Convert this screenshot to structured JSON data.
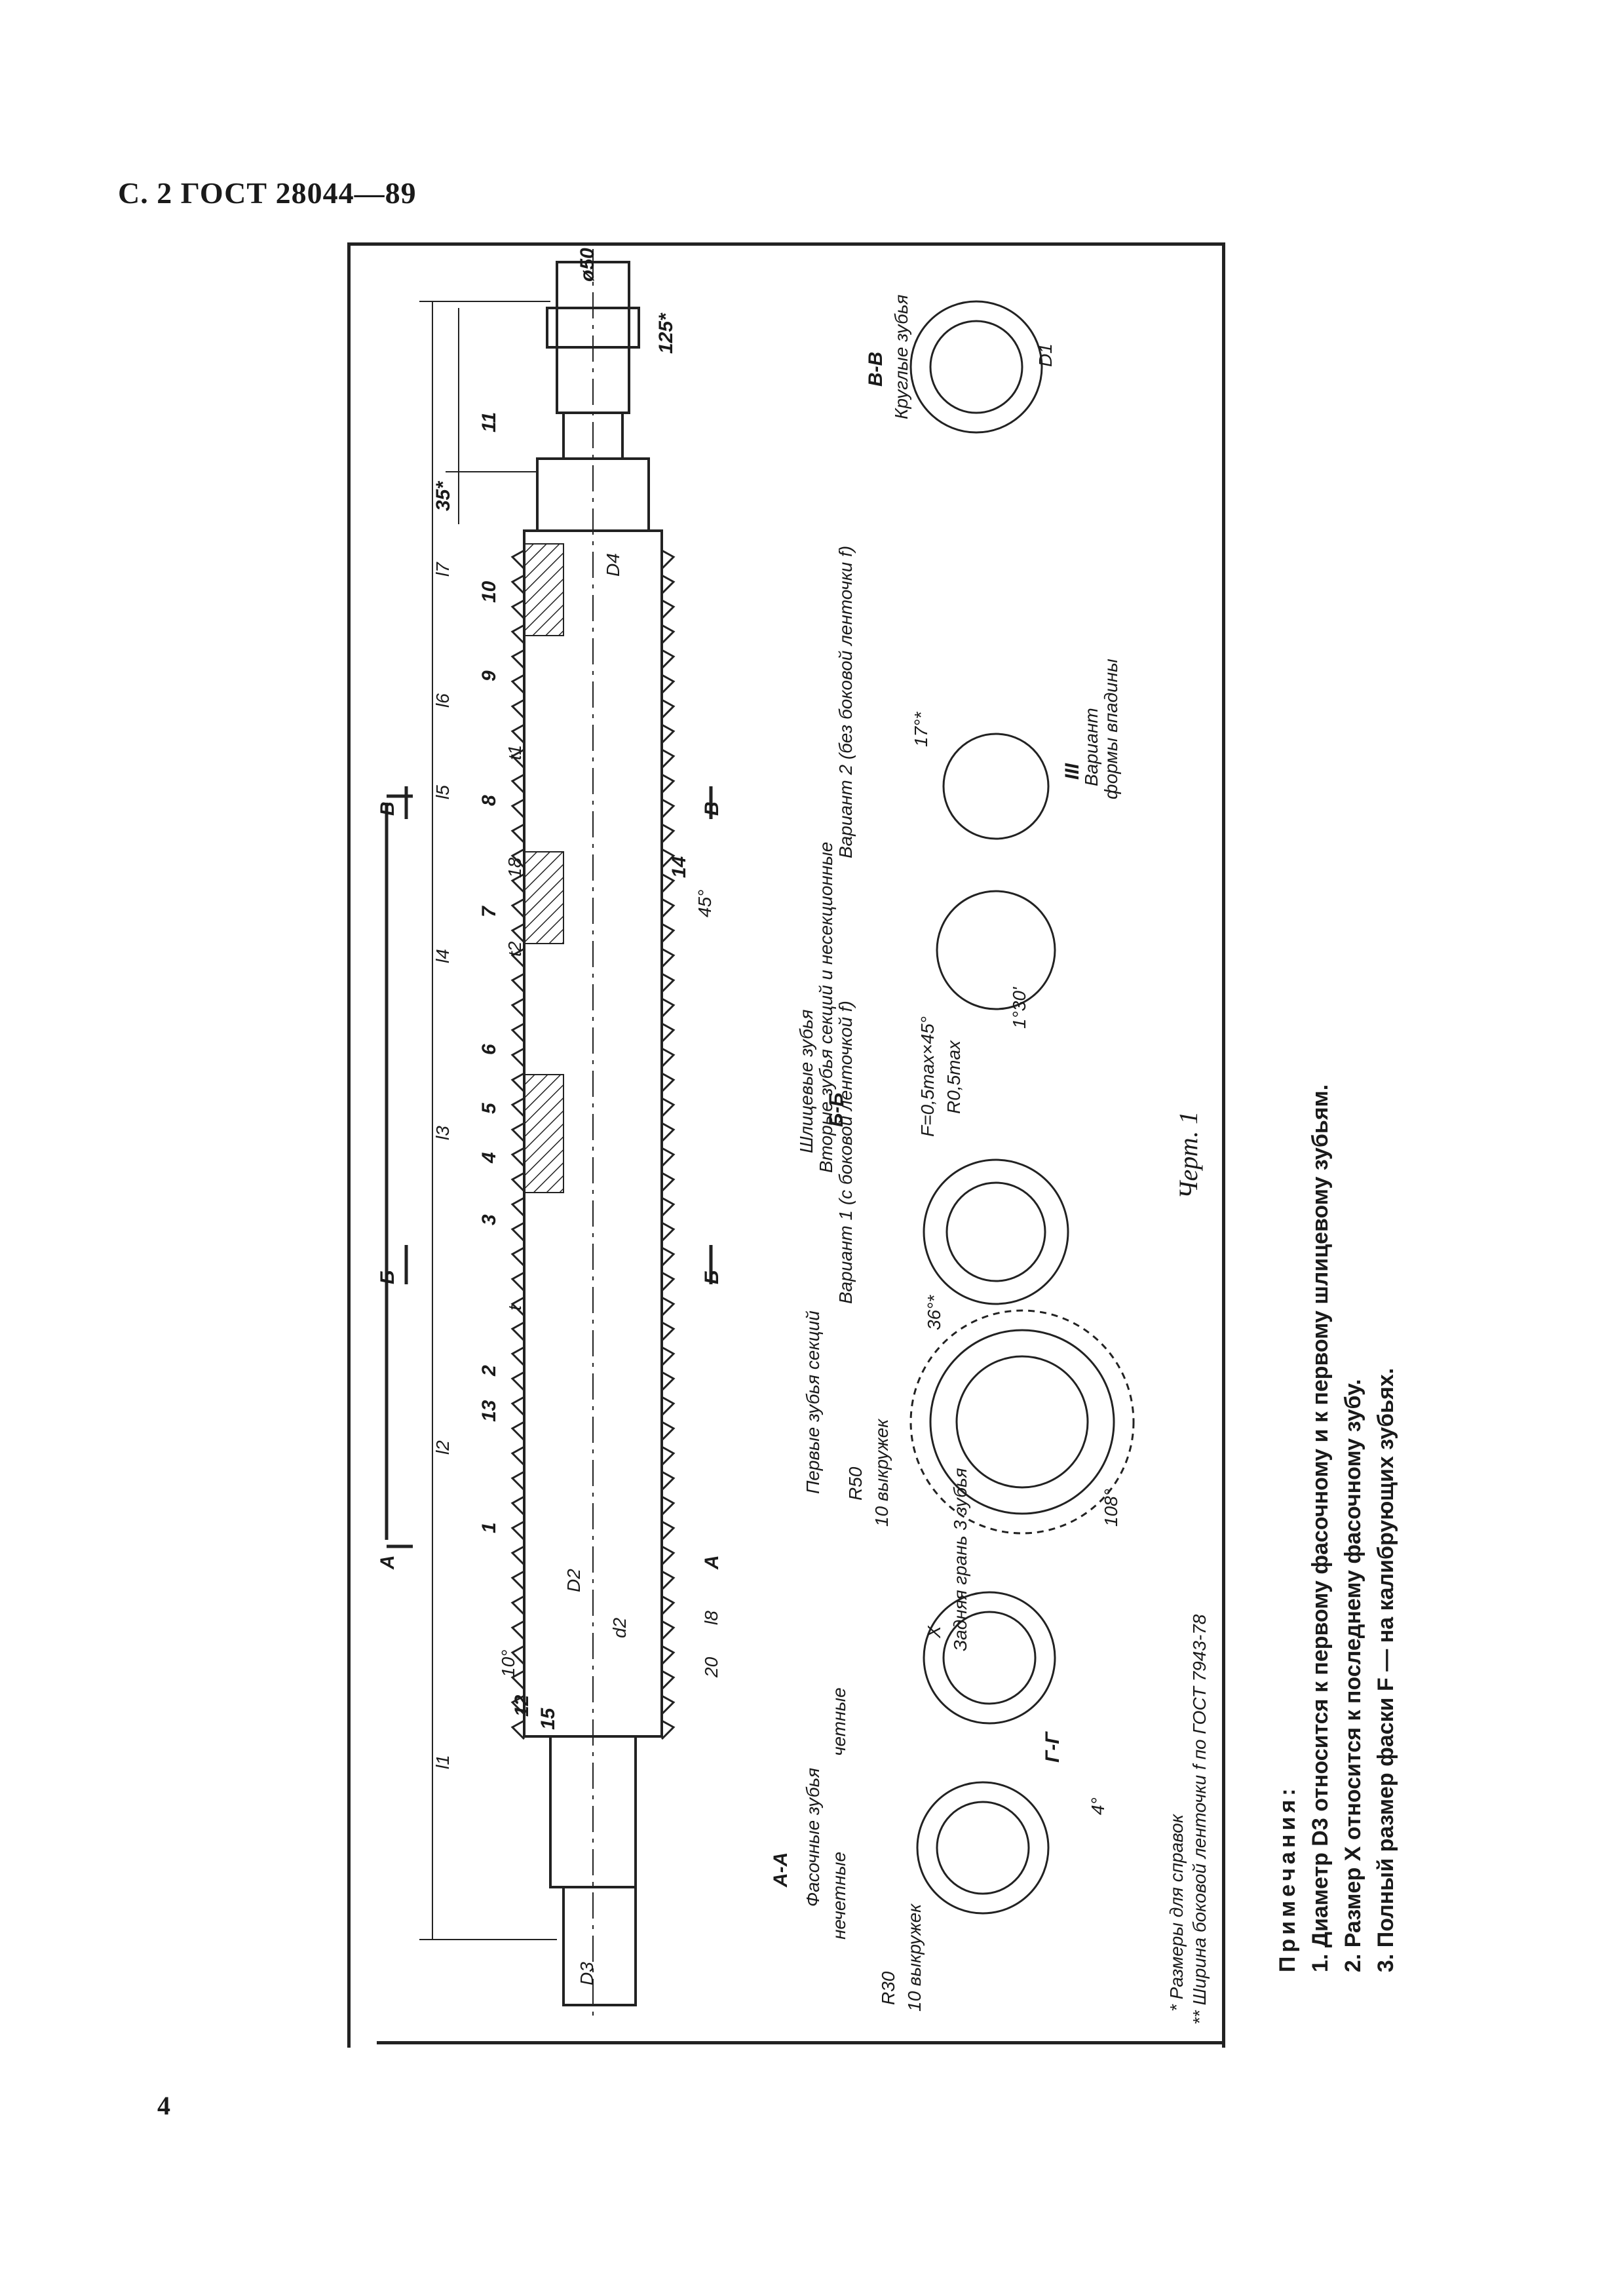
{
  "header": {
    "page_label": "С. 2 ГОСТ 28044—89"
  },
  "page_number": "4",
  "drawing": {
    "shaft_dims": [
      "125*",
      "35*",
      "l7",
      "l6",
      "l5",
      "l4",
      "l3",
      "l2",
      "l1",
      "l8",
      "20",
      "t1",
      "t2",
      "t",
      "18",
      "ø50",
      "D4",
      "D2",
      "d2",
      "D3",
      "10°",
      "45°"
    ],
    "part_numbers": [
      "1",
      "2",
      "3",
      "4",
      "5",
      "6",
      "7",
      "8",
      "9",
      "10",
      "11",
      "12",
      "13",
      "14",
      "15"
    ],
    "section_marks": [
      "А",
      "А",
      "Б",
      "Б",
      "В",
      "В"
    ]
  },
  "sections": {
    "aa": {
      "title": "А-А",
      "desc_1": "Фасочные",
      "desc_2": "зубья",
      "desc_3": "нечетные",
      "desc_4": "четные",
      "r30": "R30",
      "r30_sub": "10 выкружек",
      "g_g": "Г-Г",
      "angle": "4°"
    },
    "first_teeth": {
      "title": "Первые зубья секций",
      "r50": "R50",
      "r50_sub": "10 выкружек",
      "angle_108": "108°",
      "x_label": "X",
      "zones": "Задняя грань 3 зубья"
    },
    "bb": {
      "title": "Б-Б",
      "line1": "Шлицевые зубья",
      "line2": "Вторые зубья секций и несекционные",
      "variant1": "Вариант 1 (с боковой ленточкой f)",
      "variant2": "Вариант 2 (без боковой ленточки f)",
      "chamfer": "F=0,5max×45°",
      "radius": "R0,5max",
      "angle_36": "36°*",
      "angle_17": "17°*",
      "angle_1_30": "1°30'"
    },
    "vv": {
      "title": "В-В",
      "desc": "Круглые зубья",
      "d1": "D1"
    },
    "variant_form": {
      "title": "III",
      "line1": "Вариант",
      "line2": "формы впадины"
    }
  },
  "footnotes": {
    "f1": "* Размеры для справок",
    "f2": "** Ширина боковой ленточки f по ГОСТ 7943-78"
  },
  "figure_caption": "Черт. 1",
  "notes": {
    "title": "Примечания:",
    "items": [
      "1. Диаметр D3 относится к первому фасочному и к первому шлицевому зубьям.",
      "2. Размер X относится к последнему фасочному зубу.",
      "3. Полный размер фаски F — на калибрующих зубьях."
    ]
  }
}
